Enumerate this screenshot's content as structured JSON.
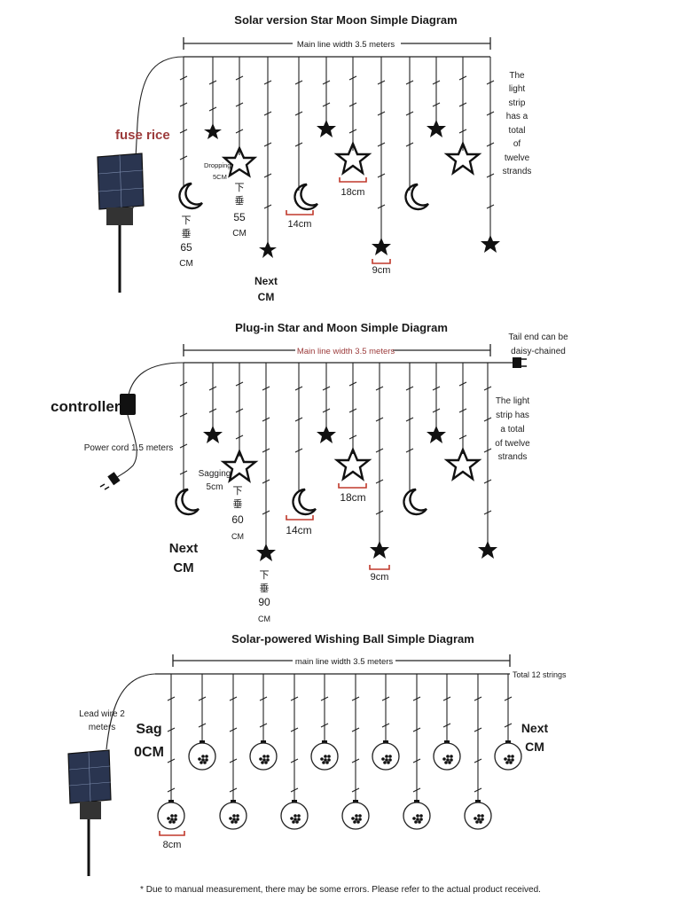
{
  "diagram1": {
    "title": "Solar version Star Moon Simple Diagram",
    "main_line_label": "Main line width 3.5 meters",
    "fuse_label": "fuse rice",
    "right_note": [
      "The",
      "light",
      "strip",
      "has a",
      "total",
      "of",
      "twelve",
      "strands"
    ],
    "dropping_label": [
      "Dropping",
      "5CM"
    ],
    "drop55": [
      "下",
      "垂",
      "55",
      "CM"
    ],
    "drop65": [
      "下",
      "垂",
      "65",
      "CM"
    ],
    "next_label": [
      "Next",
      "CM"
    ],
    "dim_14": "14cm",
    "dim_18": "18cm",
    "dim_9": "9cm"
  },
  "diagram2": {
    "title": "Plug-in Star and Moon Simple Diagram",
    "main_line_label": "Main line width 3.5 meters",
    "tail_label": [
      "Tail end can be",
      "daisy-chained"
    ],
    "controller_label": "controller",
    "power_cord_label": "Power cord 1.5 meters",
    "right_note": [
      "The light",
      "strip has",
      "a total",
      "of twelve",
      "strands"
    ],
    "sagging_label": [
      "Sagging",
      "5cm"
    ],
    "drop60": [
      "下",
      "垂",
      "60",
      "CM"
    ],
    "drop90": [
      "下",
      "垂",
      "90",
      "CM"
    ],
    "next_label": [
      "Next",
      "CM"
    ],
    "dim_14": "14cm",
    "dim_18": "18cm",
    "dim_9": "9cm"
  },
  "diagram3": {
    "title": "Solar-powered Wishing Ball Simple Diagram",
    "main_line_label": "main line width 3.5 meters",
    "total_label": "Total 12 strings",
    "lead_wire_label": [
      "Lead wire 2",
      "meters"
    ],
    "sag_label": [
      "Sag",
      "0CM"
    ],
    "next_label": [
      "Next",
      "CM"
    ],
    "dim_8": "8cm"
  },
  "footnote": "* Due to manual measurement, there may be some errors. Please refer to the actual product received."
}
